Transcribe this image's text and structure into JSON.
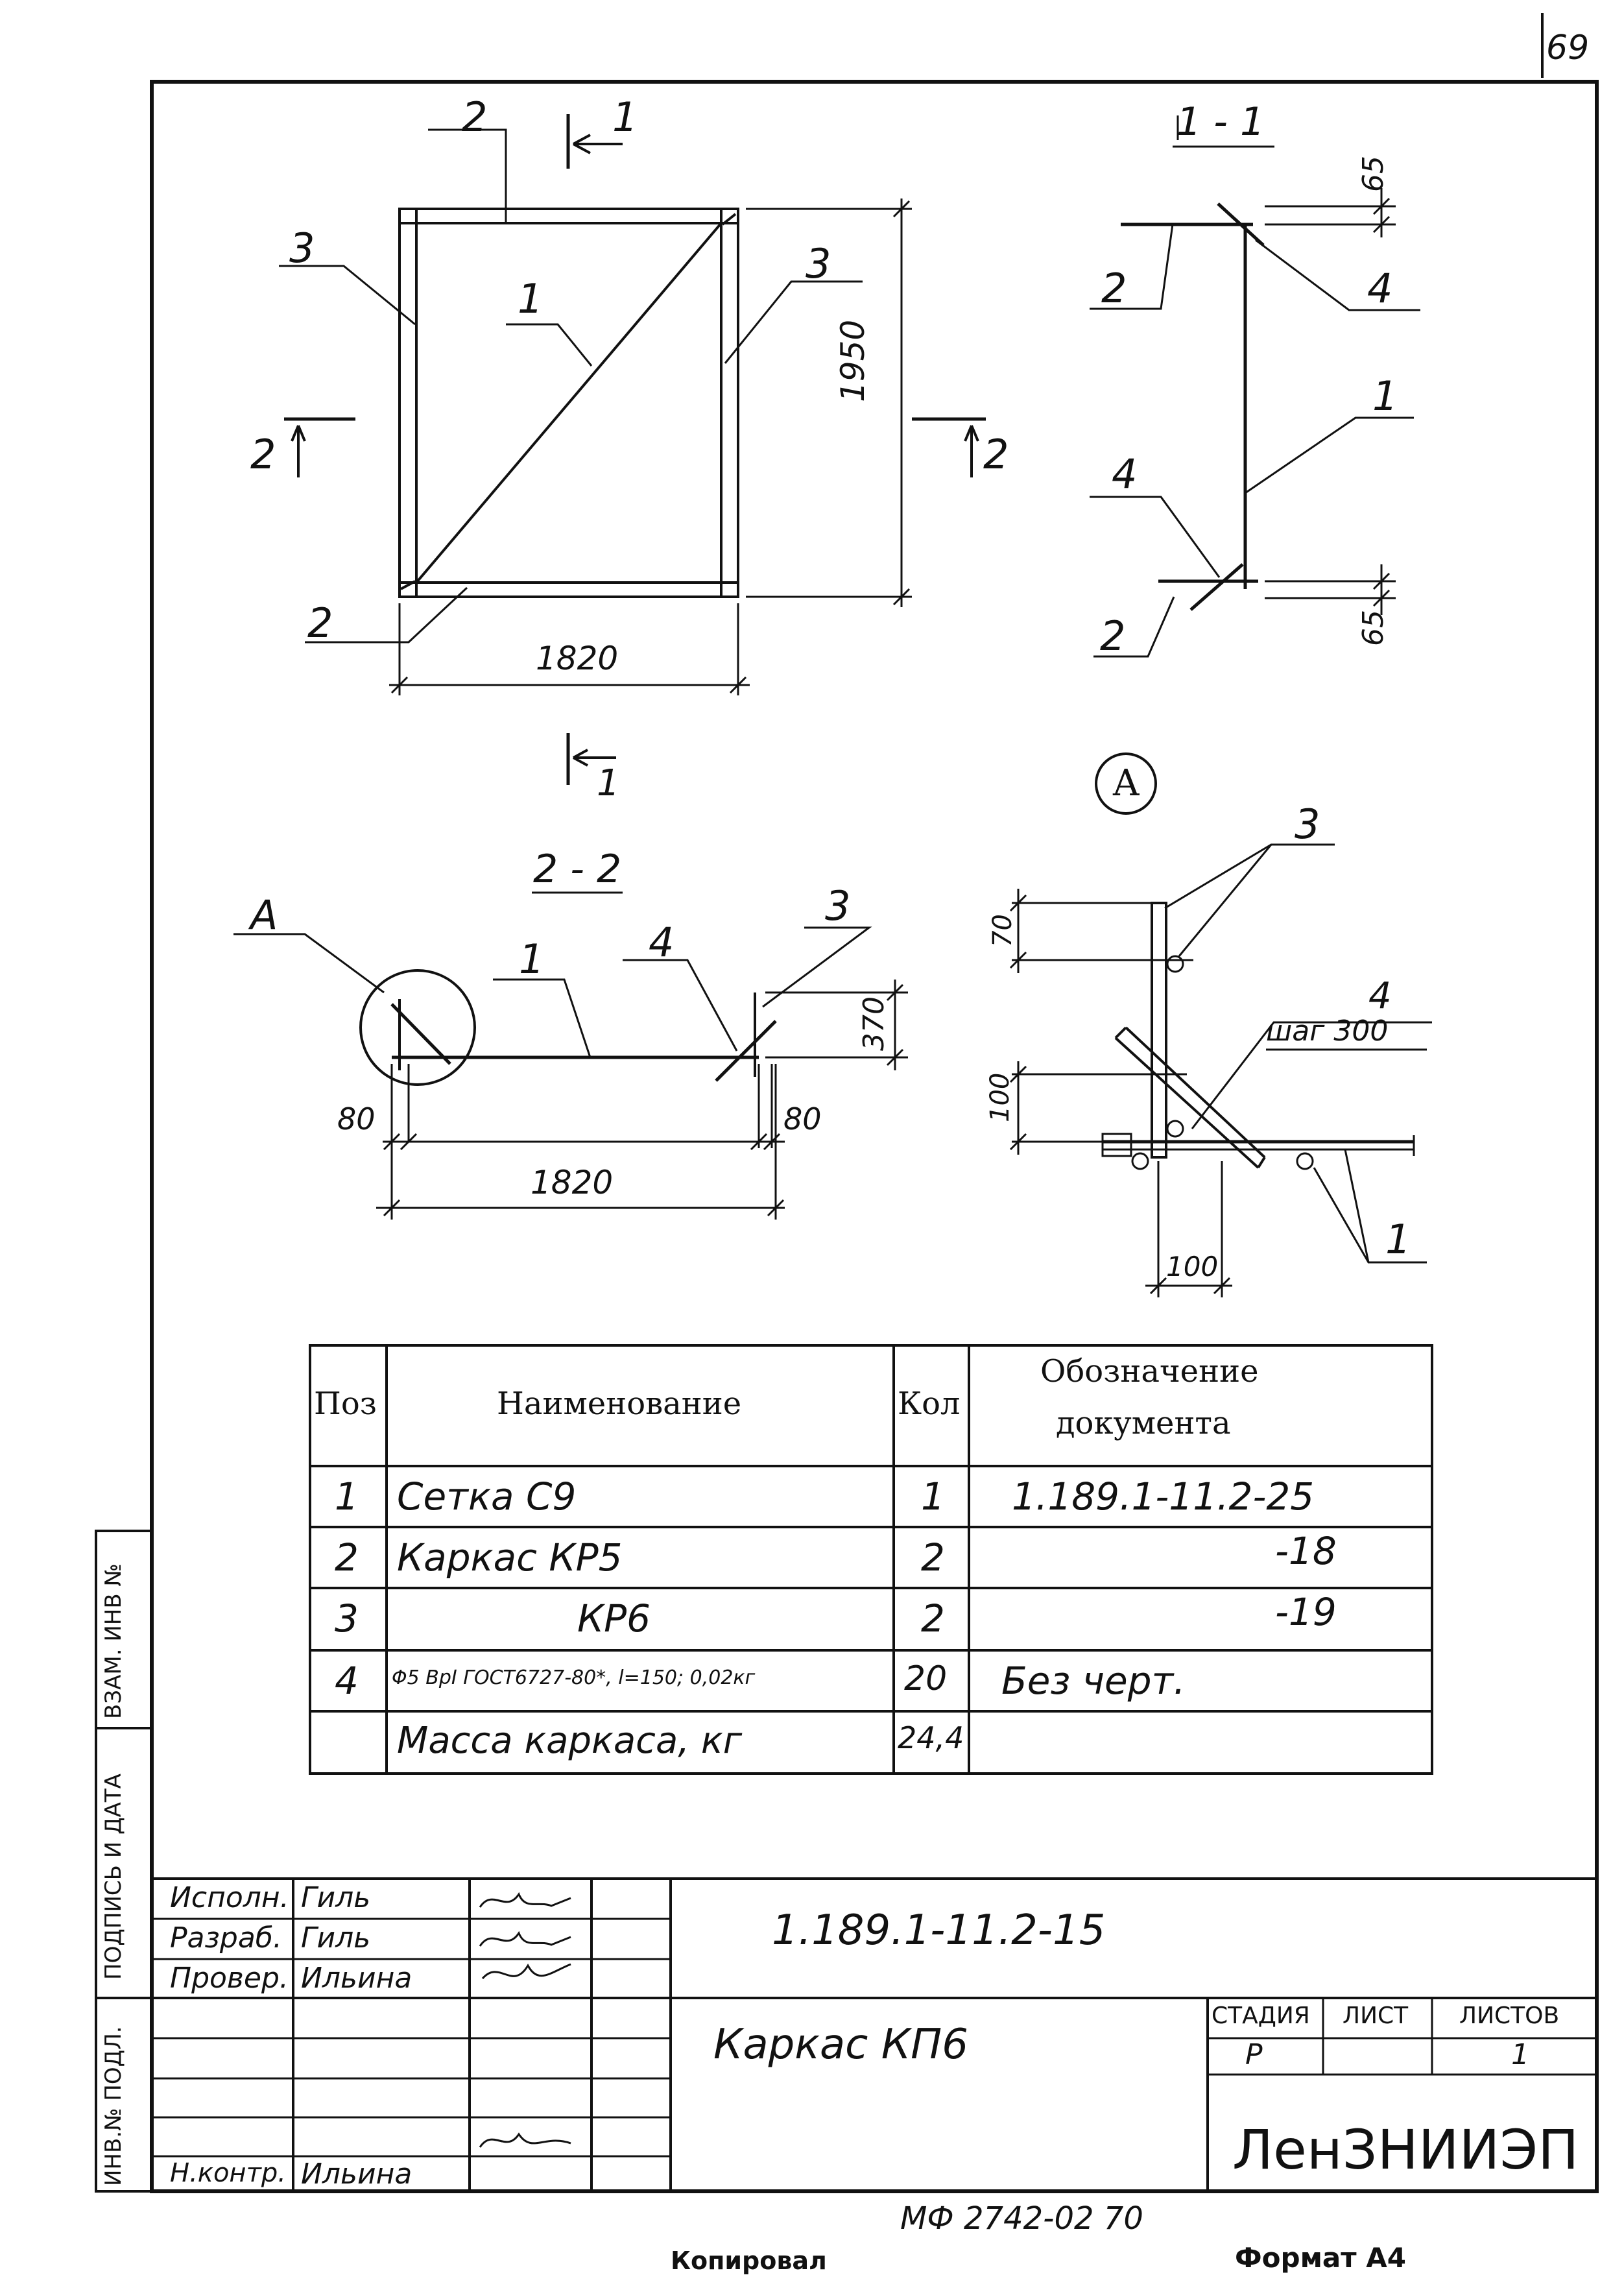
{
  "page_number": "69",
  "plan_view": {
    "labels": {
      "pos1": "1",
      "pos2_top": "2",
      "pos2_bottom": "2",
      "pos3_left": "3",
      "pos3_right": "3"
    },
    "dim_width": "1820",
    "dim_height": "1950",
    "section_1_top": "1",
    "section_1_bottom": "1",
    "section_2_left": "2",
    "section_2_right": "2"
  },
  "section_1_1": {
    "title": "1 - 1",
    "labels": {
      "pos2_top": "2",
      "pos4_top": "4",
      "pos1": "1",
      "pos4_bottom": "4",
      "pos2_bottom": "2"
    },
    "dim_top": "65",
    "dim_bottom": "65"
  },
  "section_2_2": {
    "title": "2 - 2",
    "labels": {
      "detail": "A",
      "pos1": "1",
      "pos4": "4",
      "pos3": "3"
    },
    "dim_left": "80",
    "dim_right": "80",
    "dim_width": "1820",
    "dim_height": "370"
  },
  "detail_a": {
    "title": "A",
    "labels": {
      "pos3": "3",
      "pos4": "4",
      "pos1": "1"
    },
    "step_note": "шаг 300",
    "dim_70": "70",
    "dim_100_vert": "100",
    "dim_100_horiz": "100"
  },
  "spec_table": {
    "headers": {
      "pos": "Поз",
      "name": "Наименование",
      "qty": "Кол",
      "doc_line1": "Обозначение",
      "doc_line2": "документа"
    },
    "rows": [
      {
        "pos": "1",
        "name": "Сетка С9",
        "qty": "1",
        "doc": "1.189.1-11.2-25"
      },
      {
        "pos": "2",
        "name": "Каркас КР5",
        "qty": "2",
        "doc": "-18"
      },
      {
        "pos": "3",
        "name": "КР6",
        "qty": "2",
        "doc": "-19"
      },
      {
        "pos": "4",
        "name": "Φ5 BpI ГОСТ6727-80*, l=150; 0,02кг",
        "qty": "20",
        "doc": "Без черт."
      },
      {
        "pos": "",
        "name": "Масса каркаса, кг",
        "qty": "24,4",
        "doc": ""
      }
    ]
  },
  "side_stamp": {
    "vzam": "ВЗАМ. ИНВ №",
    "podpis": "ПОДПИСЬ И ДАТА",
    "inv_podl": "ИНВ.№ ПОДЛ."
  },
  "title_block": {
    "roles": [
      {
        "role": "Исполн.",
        "name": "Гиль"
      },
      {
        "role": "Разраб.",
        "name": "Гиль"
      },
      {
        "role": "Провер.",
        "name": "Ильина"
      },
      {
        "role": "Н.контр.",
        "name": "Ильина"
      }
    ],
    "doc_code": "1.189.1-11.2-15",
    "title": "Каркас КП6",
    "stage_label": "СТАДИЯ",
    "sheet_label": "ЛИСТ",
    "sheets_label": "ЛИСТОВ",
    "stage": "Р",
    "sheets": "1",
    "org": "ЛенЗНИИЭП"
  },
  "footer": {
    "archive_code": "МФ 2742-02 70",
    "copied": "Копировал",
    "format": "Формат А4"
  }
}
